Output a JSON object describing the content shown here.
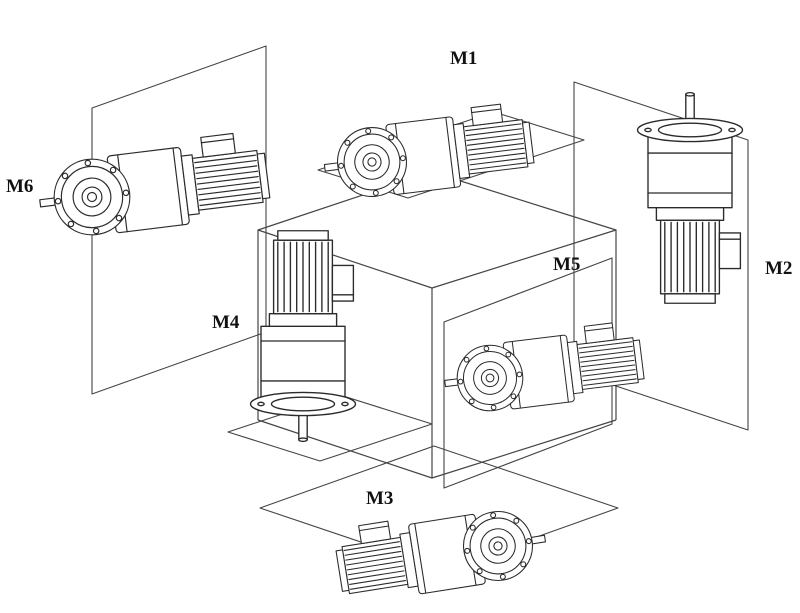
{
  "diagram_type": "gearmotor-mounting-positions",
  "colors": {
    "line": "#2b2b2b",
    "construction_line": "#454545",
    "background": "#ffffff",
    "label_text": "#111111"
  },
  "mounting_positions": [
    {
      "id": "m1",
      "label": "M1",
      "location": "top"
    },
    {
      "id": "m2",
      "label": "M2",
      "location": "right"
    },
    {
      "id": "m3",
      "label": "M3",
      "location": "bottom"
    },
    {
      "id": "m4",
      "label": "M4",
      "location": "front-left"
    },
    {
      "id": "m5",
      "label": "M5",
      "location": "front-right"
    },
    {
      "id": "m6",
      "label": "M6",
      "location": "left"
    }
  ]
}
